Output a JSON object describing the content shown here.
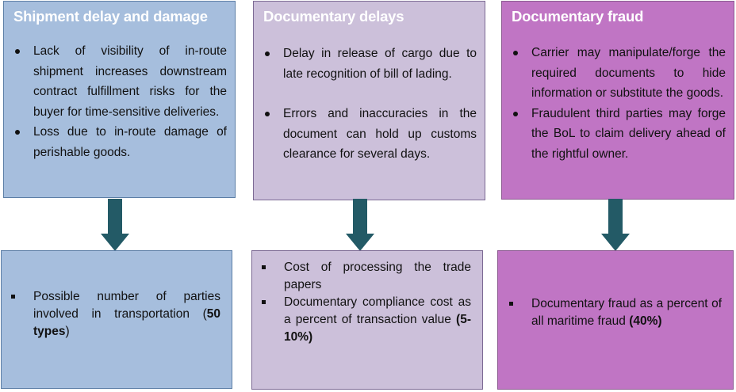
{
  "colors": {
    "blue_box": "#a6bedd",
    "lavender_box": "#ccc0da",
    "magenta_box": "#c075c4",
    "arrow": "#235a66",
    "title_text": "#ffffff"
  },
  "columns": [
    {
      "title": "Shipment delay and damage",
      "risks": [
        "Lack of visibility of in-route shipment increases downstream contract fulfillment risks for the buyer for time-sensitive deliveries.",
        "Loss due to in-route damage of perishable goods."
      ],
      "metrics": [
        {
          "text": "Possible number of parties involved in transportation (",
          "bold": "50 types",
          "suffix": ")"
        }
      ]
    },
    {
      "title": "Documentary delays",
      "risks": [
        "Delay in release of cargo due to late recognition of bill of lading.",
        "Errors and inaccuracies in the document can hold up customs clearance for several days."
      ],
      "metrics": [
        {
          "text": "Cost of processing the trade papers",
          "bold": "",
          "suffix": ""
        },
        {
          "text": "Documentary compliance cost as a percent of transaction value ",
          "bold": "(5-10%)",
          "suffix": ""
        }
      ]
    },
    {
      "title": "Documentary fraud",
      "risks": [
        "Carrier may manipulate/forge the required documents to hide information or substitute the goods.",
        "Fraudulent third parties may forge the BoL to claim delivery ahead of the rightful owner."
      ],
      "metrics": [
        {
          "text": "Documentary fraud as a percent of all maritime fraud ",
          "bold": "(40%)",
          "suffix": ""
        }
      ]
    }
  ]
}
